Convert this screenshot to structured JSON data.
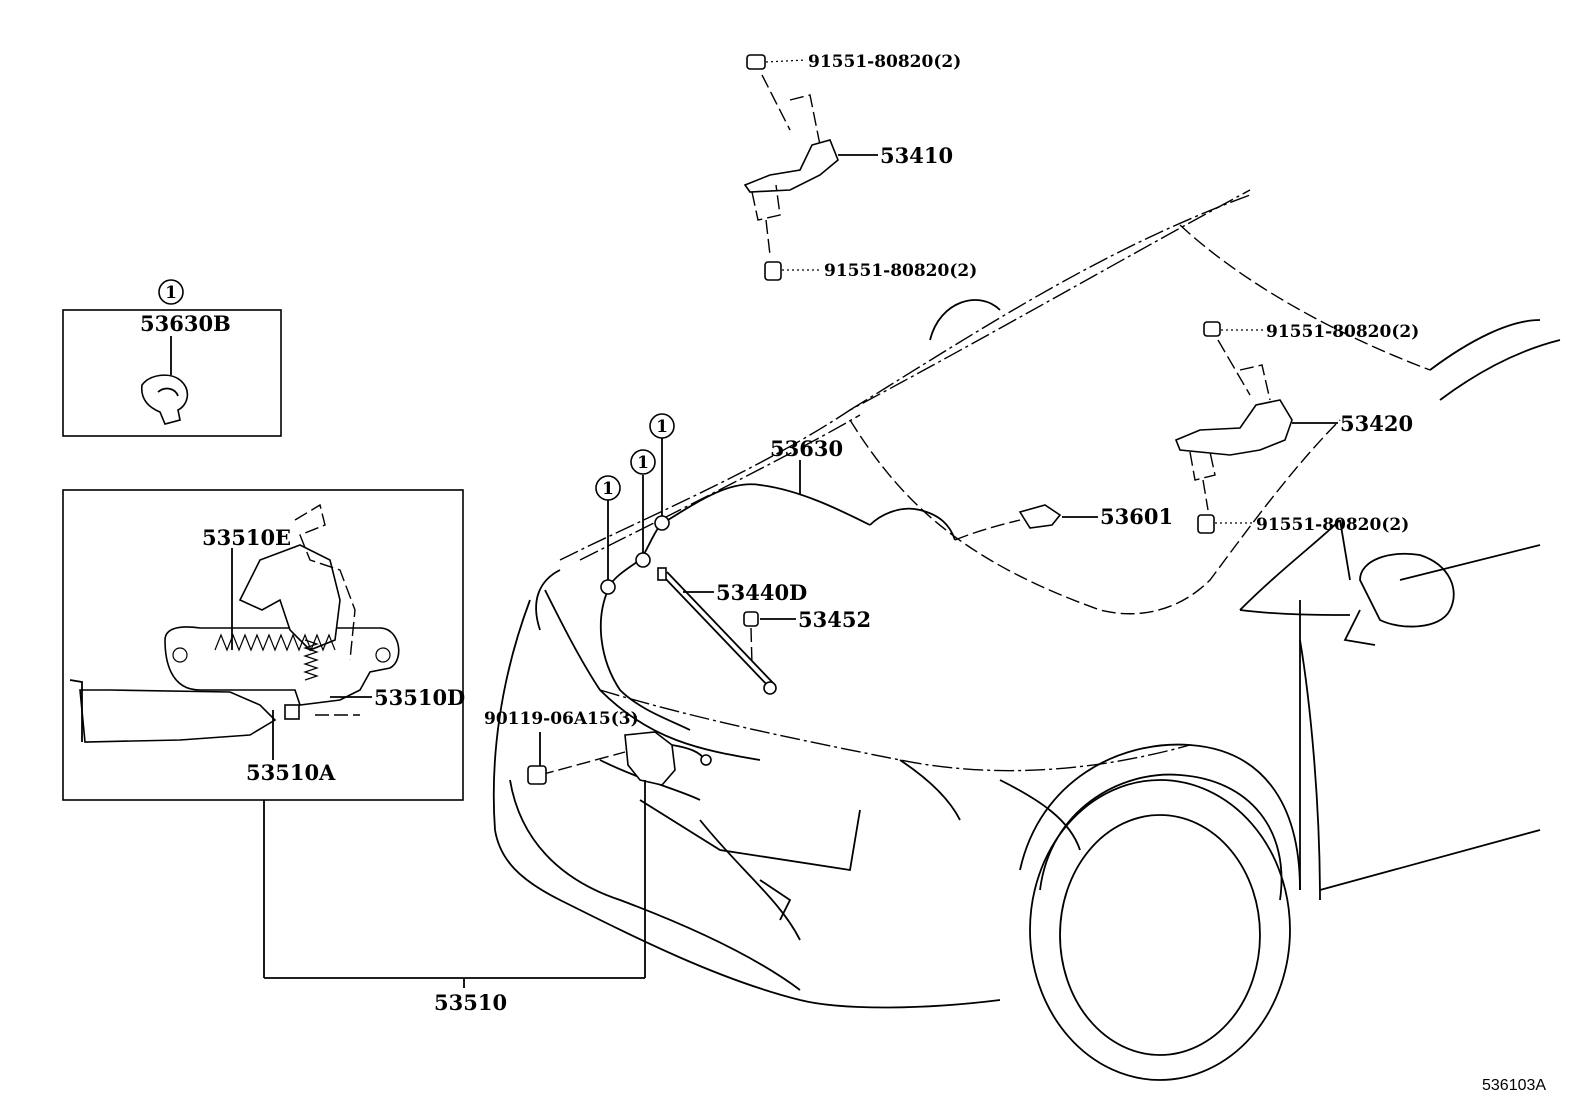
{
  "figure_code": "536103A",
  "callouts": {
    "ref_symbol": "1",
    "p91551_top": "91551-80820(2)",
    "p91551_mid": "91551-80820(2)",
    "p91551_right_top": "91551-80820(2)",
    "p91551_right_bot": "91551-80820(2)",
    "p53410": "53410",
    "p53420": "53420",
    "p53630": "53630",
    "p53630B": "53630B",
    "p53601": "53601",
    "p53440D": "53440D",
    "p53452": "53452",
    "p90119": "90119-06A15(3)",
    "p53510E": "53510E",
    "p53510D": "53510D",
    "p53510A": "53510A",
    "p53510": "53510"
  }
}
